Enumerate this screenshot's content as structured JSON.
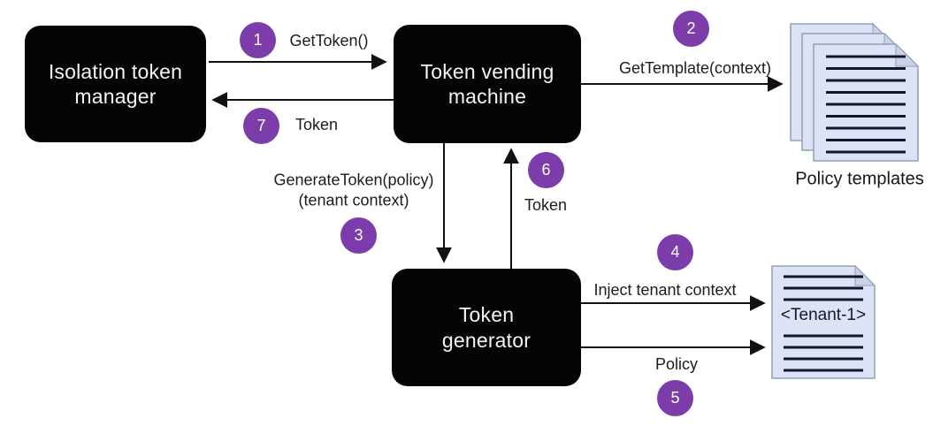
{
  "diagram": {
    "nodes": {
      "isolation_token_manager": {
        "label": "Isolation token manager"
      },
      "token_vending_machine": {
        "label": "Token vending machine"
      },
      "token_generator": {
        "label": "Token generator"
      }
    },
    "documents": {
      "policy_templates": {
        "caption": "Policy templates"
      },
      "tenant_policy": {
        "label": "<Tenant-1>"
      }
    },
    "steps": [
      {
        "number": "1",
        "label": "GetToken()"
      },
      {
        "number": "2",
        "label": "GetTemplate(context)"
      },
      {
        "number": "3",
        "label": "GenerateToken(policy)",
        "sublabel": "(tenant context)"
      },
      {
        "number": "4",
        "label": "Inject tenant context"
      },
      {
        "number": "5",
        "label": "Policy"
      },
      {
        "number": "6",
        "label": "Token"
      },
      {
        "number": "7",
        "label": "Token"
      }
    ],
    "colors": {
      "step_badge": "#7c3dab",
      "node_background": "#040404",
      "node_text": "#f5f5f5",
      "document_fill": "#dce3f4",
      "document_fold": "#c9d2e8",
      "document_border": "#939db5",
      "document_line": "#14142c",
      "arrow": "#111111"
    }
  }
}
